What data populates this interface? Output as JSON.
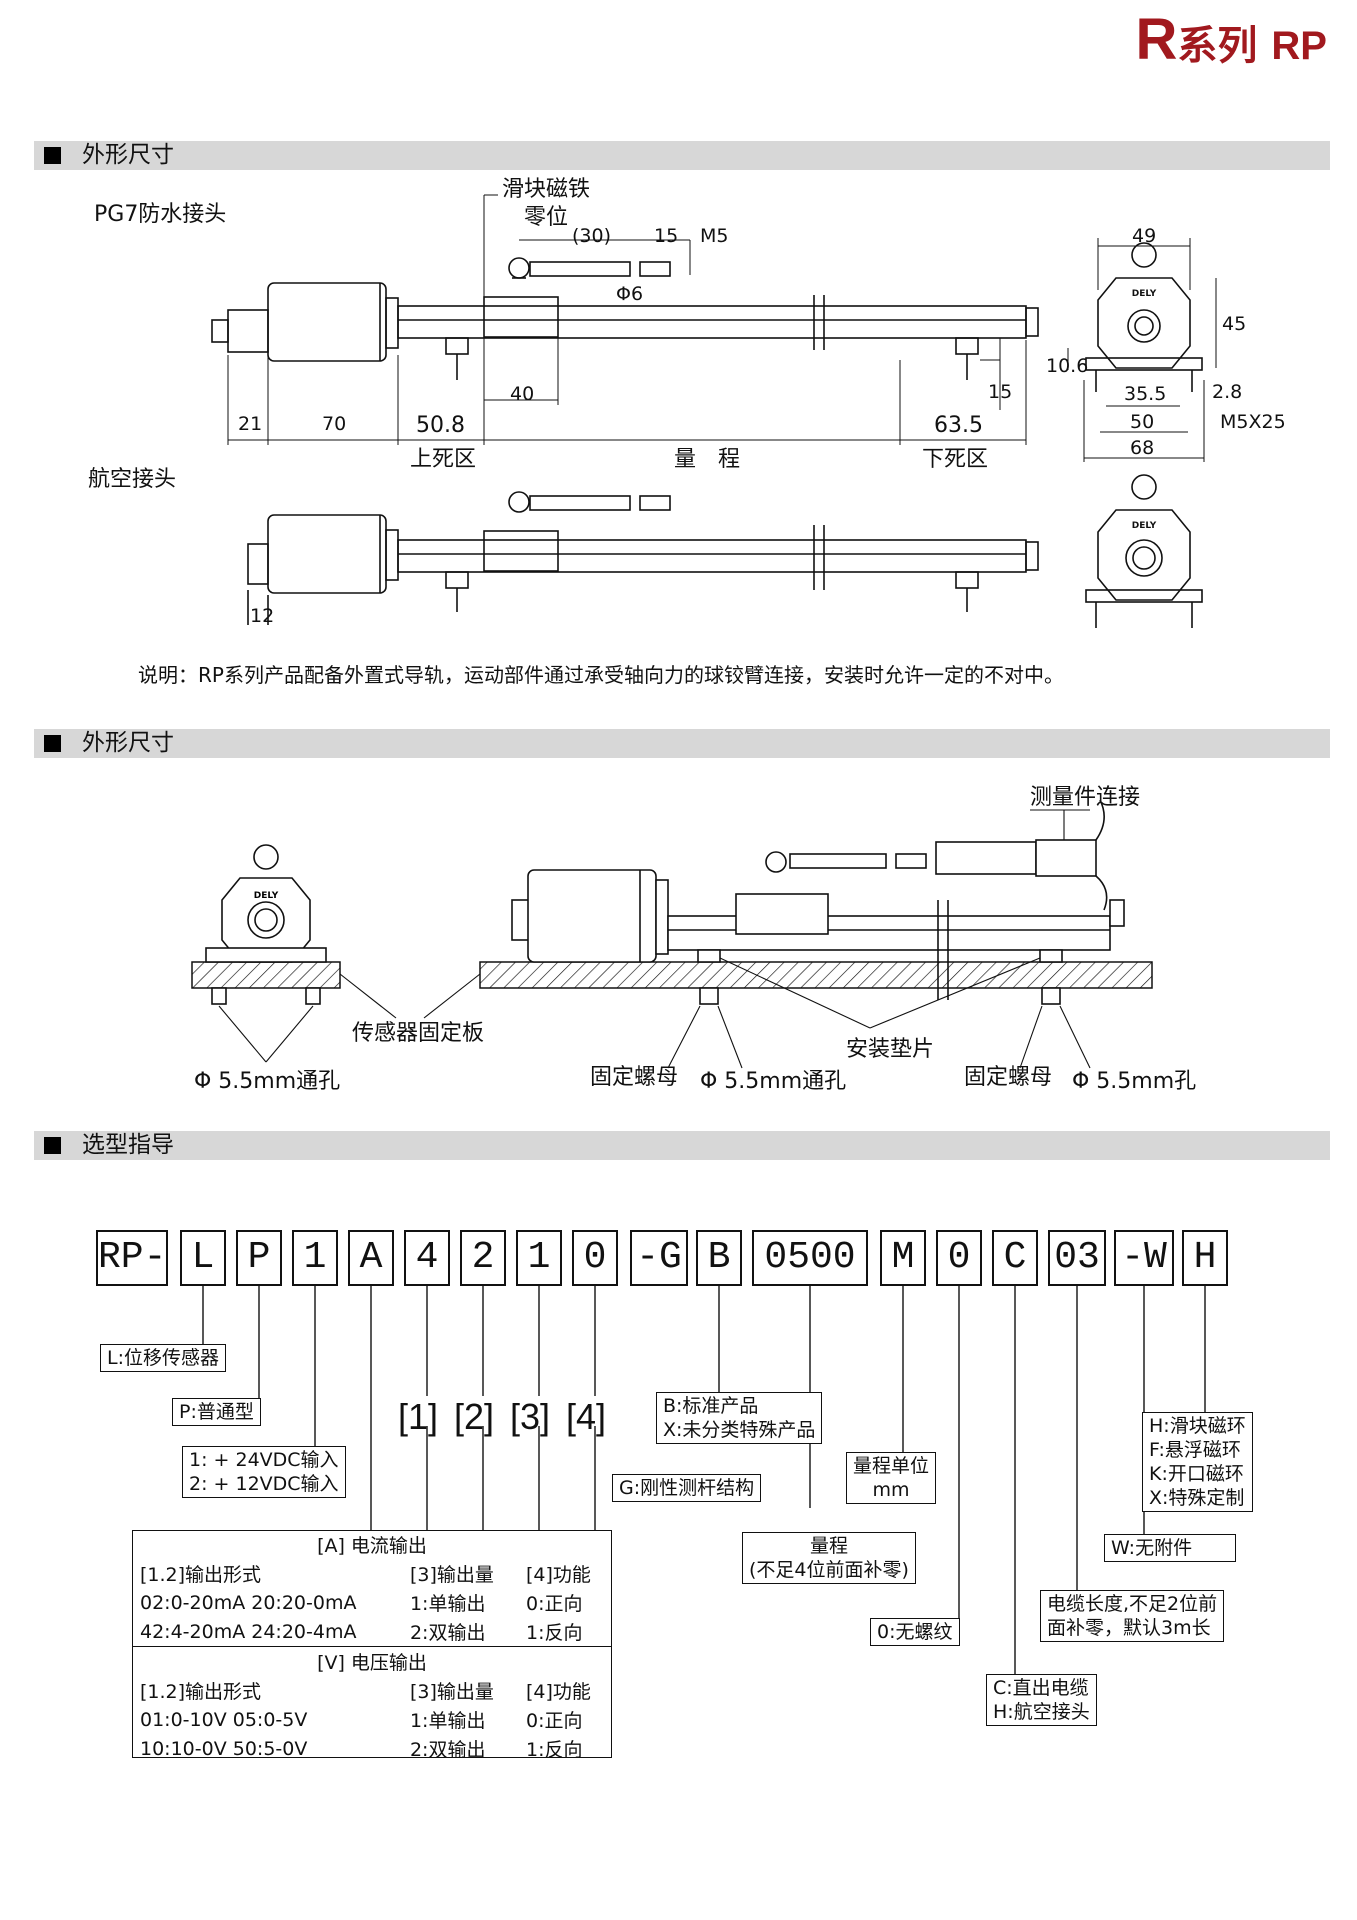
{
  "header": {
    "series_r": "R",
    "series_word": "系列",
    "series_code": "RP"
  },
  "sections": {
    "dims1_title": "外形尺寸",
    "dims2_title": "外形尺寸",
    "selection_title": "选型指导"
  },
  "drawing1": {
    "pg7_label": "PG7防水接头",
    "aviation_label": "航空接头",
    "slider_magnet": "滑块磁铁",
    "zero_position": "零位",
    "dim_30": "(30)",
    "dim_15_top": "15",
    "dim_m5": "M5",
    "dim_phi6": "Φ6",
    "dim_21": "21",
    "dim_70": "70",
    "dim_50_8": "50.8",
    "dim_40": "40",
    "dim_63_5": "63.5",
    "dim_15_side": "15",
    "upper_dead": "上死区",
    "stroke": "量　程",
    "lower_dead": "下死区",
    "end_49": "49",
    "end_45": "45",
    "end_10_6": "10.6",
    "end_35_5": "35.5",
    "end_2_8": "2.8",
    "end_50": "50",
    "end_68": "68",
    "end_m5x25": "M5X25",
    "dim_12": "12",
    "brand": "DELY",
    "note": "说明：RP系列产品配备外置式导轨，运动部件通过承受轴向力的球铰臂连接，安装时允许一定的不对中。"
  },
  "drawing2": {
    "measure_connect": "测量件连接",
    "sensor_plate": "传感器固定板",
    "hole_through_left": "Φ 5.5mm通孔",
    "fix_nut_1": "固定螺母",
    "hole_through_mid": "Φ 5.5mm通孔",
    "mount_washer": "安装垫片",
    "fix_nut_2": "固定螺母",
    "hole_right": "Φ 5.5mm孔",
    "brand": "DELY"
  },
  "selection": {
    "codes": [
      "RP-",
      "L",
      "P",
      "1",
      "A",
      "4",
      "2",
      "1",
      "0",
      "-G",
      "B",
      "0500",
      "M",
      "0",
      "C",
      "03",
      "-W",
      "H"
    ],
    "brackets": [
      "[1]",
      "[2]",
      "[3]",
      "[4]"
    ],
    "desc_L": "L:位移传感器",
    "desc_P": "P:普通型",
    "desc_1a": "1: + 24VDC输入",
    "desc_1b": "2: + 12VDC输入",
    "desc_B_a": "B:标准产品",
    "desc_B_b": "X:未分类特殊产品",
    "desc_G": "G:刚性测杆结构",
    "desc_M_a": "量程单位",
    "desc_M_b": "mm",
    "desc_range_a": "量程",
    "desc_range_b": "(不足4位前面补零)",
    "desc_0": "0:无螺纹",
    "desc_C_a": "C:直出电缆",
    "desc_C_b": "H:航空接头",
    "desc_03_a": "电缆长度,不足2位前",
    "desc_03_b": "面补零，默认3m长",
    "desc_W": "W:无附件",
    "desc_H": [
      "H:滑块磁环",
      "F:悬浮磁环",
      "K:开口磁环",
      "X:特殊定制"
    ],
    "table": {
      "current_title": "[A]  电流输出",
      "voltage_title": "[V]  电压输出",
      "col1": "[1.2]输出形式",
      "col2": "[3]输出量",
      "col3": "[4]功能",
      "current_rows": [
        [
          "02:0-20mA 20:20-0mA",
          "1:单输出",
          "0:正向"
        ],
        [
          "42:4-20mA 24:20-4mA",
          "2:双输出",
          "1:反向"
        ]
      ],
      "voltage_rows": [
        [
          "01:0-10V 05:0-5V",
          "1:单输出",
          "0:正向"
        ],
        [
          "10:10-0V 50:5-0V",
          "2:双输出",
          "1:反向"
        ]
      ]
    }
  }
}
